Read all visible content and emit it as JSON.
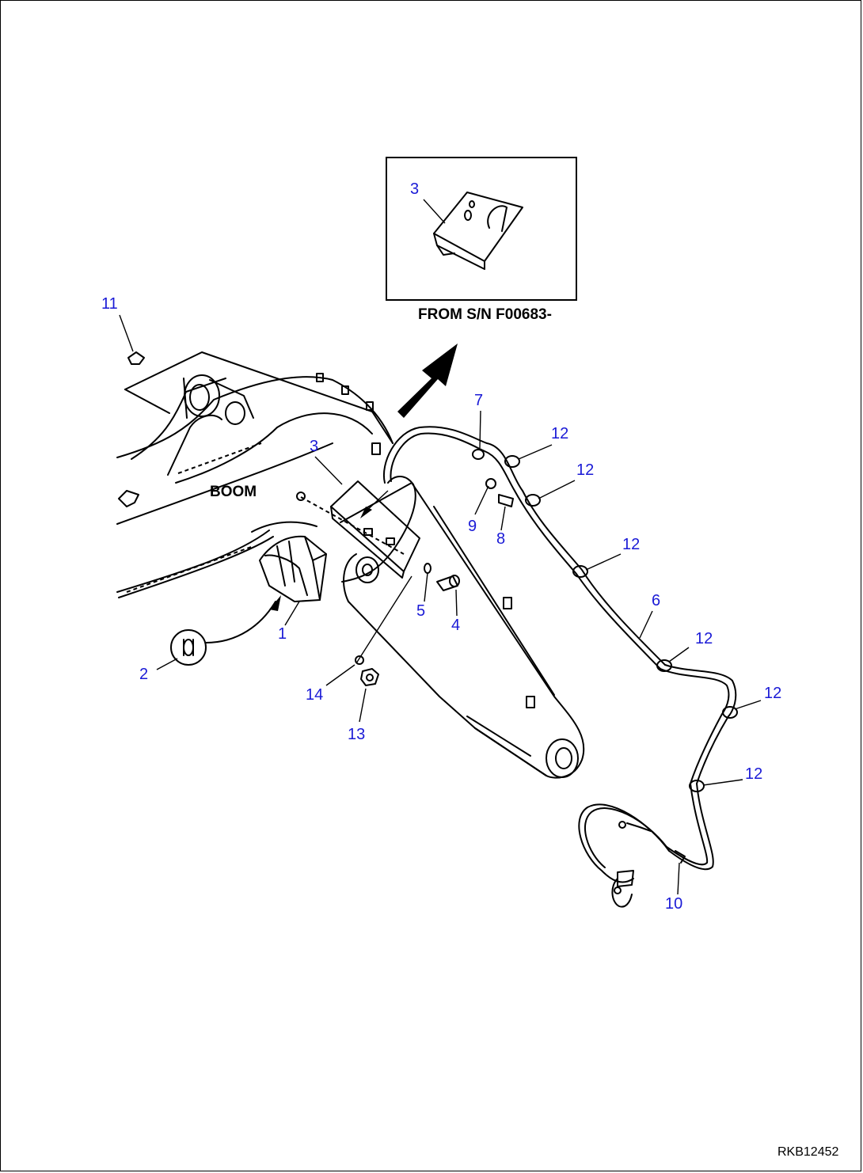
{
  "inset": {
    "caption": "FROM S/N F00683-"
  },
  "labels": {
    "boom": "BOOM"
  },
  "drawing_id": "RKB12452",
  "callouts": {
    "c1": "1",
    "c2": "2",
    "c3_inset": "3",
    "c3_main": "3",
    "c4": "4",
    "c5": "5",
    "c6": "6",
    "c7": "7",
    "c8": "8",
    "c9": "9",
    "c10": "10",
    "c11": "11",
    "c12a": "12",
    "c12b": "12",
    "c12c": "12",
    "c12d": "12",
    "c12e": "12",
    "c12f": "12",
    "c13": "13",
    "c14": "14"
  },
  "colors": {
    "callout": "#1a1ad6",
    "line": "#000000"
  }
}
